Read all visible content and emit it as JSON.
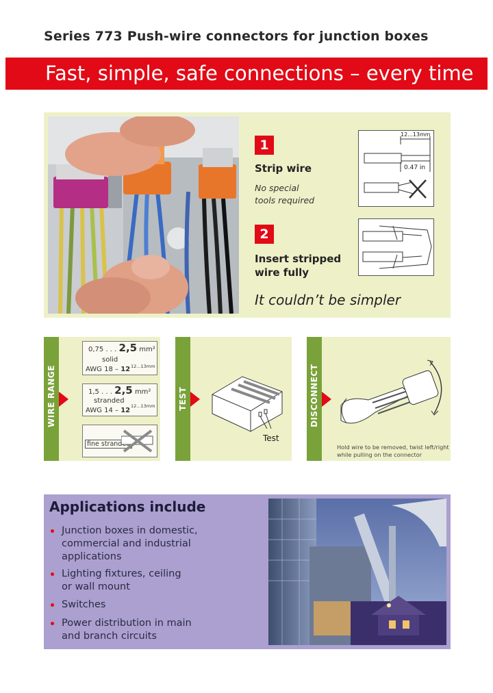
{
  "header": {
    "series_title": "Series 773 Push-wire connectors for junction boxes",
    "banner": "Fast, simple, safe connections –  every time"
  },
  "steps": [
    {
      "number": "1",
      "title": "Strip wire",
      "subtitle_line1": "No special",
      "subtitle_line2": "tools required",
      "diagram_length": "12...13mm",
      "diagram_inches": "0.47 in"
    },
    {
      "number": "2",
      "title_line1": "Insert stripped",
      "title_line2": "wire fully"
    }
  ],
  "tagline": "It couldn’t be simpler",
  "wire_range": {
    "label": "WIRE RANGE",
    "solid": {
      "range_prefix": "0,75 . . .",
      "range_max": "2,5",
      "unit": "mm²",
      "type": "solid",
      "length": "12...13mm",
      "awg_prefix": "AWG 18 – ",
      "awg_max": "12"
    },
    "stranded": {
      "range_prefix": "1,5 . . .",
      "range_max": "2,5",
      "unit": "mm²",
      "type": "stranded",
      "length": "12...13mm",
      "awg_prefix": "AWG 14 – ",
      "awg_max": "12"
    },
    "fine_stranded": "fine stranded"
  },
  "test": {
    "label": "TEST",
    "caption": "Test"
  },
  "disconnect": {
    "label": "DISCONNECT",
    "caption_line1": "Hold wire to be removed, twist left/right",
    "caption_line2": "while pulling on the connector"
  },
  "applications": {
    "title": "Applications include",
    "items": [
      [
        "Junction boxes in domestic,",
        "commercial and industrial",
        "applications"
      ],
      [
        "Lighting fixtures, ceiling",
        "or wall mount"
      ],
      [
        "Switches"
      ],
      [
        "Power distribution in main",
        "and branch circuits"
      ]
    ]
  },
  "colors": {
    "brand_red": "#e20a16",
    "panel_green": "#eef1c8",
    "bar_green": "#7aa23a",
    "apps_purple": "#aba0cf"
  }
}
